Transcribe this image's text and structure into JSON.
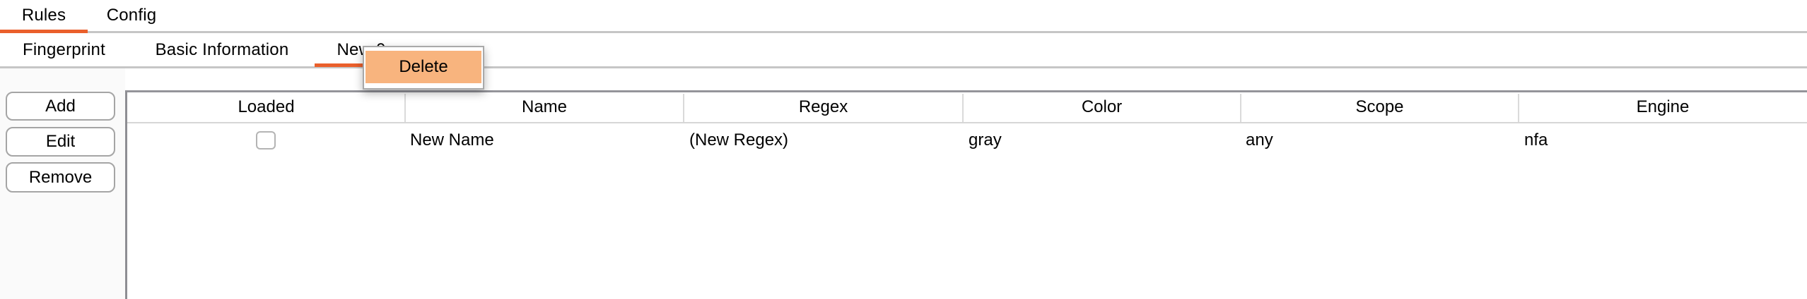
{
  "primary_tabs": {
    "items": [
      {
        "label": "Rules",
        "active": true
      },
      {
        "label": "Config",
        "active": false
      }
    ]
  },
  "secondary_tabs": {
    "items": [
      {
        "label": "Fingerprint",
        "active": false
      },
      {
        "label": "Basic Information",
        "active": false
      },
      {
        "label": "New 0",
        "active": true
      }
    ]
  },
  "context_menu": {
    "items": [
      {
        "label": "Delete",
        "highlighted": true
      }
    ]
  },
  "actions": {
    "add": "Add",
    "edit": "Edit",
    "remove": "Remove"
  },
  "table": {
    "columns": [
      "Loaded",
      "Name",
      "Regex",
      "Color",
      "Scope",
      "Engine"
    ],
    "rows": [
      {
        "loaded": false,
        "name": "New Name",
        "regex": "(New Regex)",
        "color": "gray",
        "scope": "any",
        "engine": "nfa"
      }
    ]
  },
  "colors": {
    "accent": "#ea5f2b",
    "menu_highlight": "#f8b47e"
  }
}
